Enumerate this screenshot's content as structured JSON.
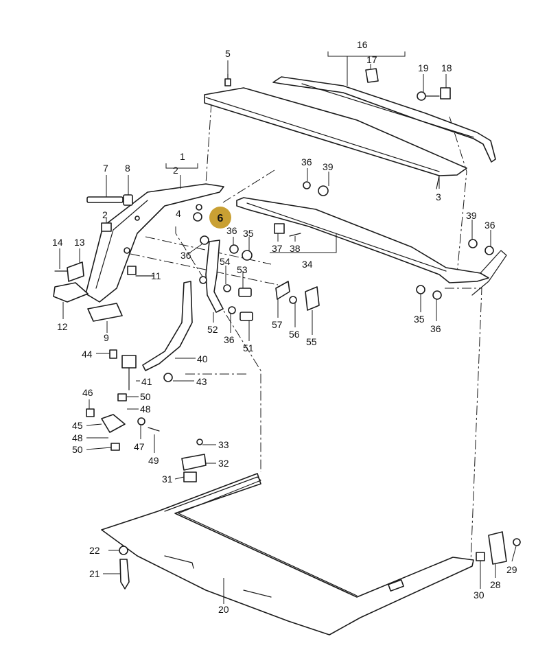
{
  "callouts": [
    {
      "id": "c1",
      "text": "1"
    },
    {
      "id": "c2a",
      "text": "2"
    },
    {
      "id": "c2b",
      "text": "2"
    },
    {
      "id": "c3",
      "text": "3"
    },
    {
      "id": "c4",
      "text": "4"
    },
    {
      "id": "c5",
      "text": "5"
    },
    {
      "id": "c7",
      "text": "7"
    },
    {
      "id": "c8",
      "text": "8"
    },
    {
      "id": "c9",
      "text": "9"
    },
    {
      "id": "c11",
      "text": "11"
    },
    {
      "id": "c12",
      "text": "12"
    },
    {
      "id": "c13",
      "text": "13"
    },
    {
      "id": "c14",
      "text": "14"
    },
    {
      "id": "c16",
      "text": "16"
    },
    {
      "id": "c17",
      "text": "17"
    },
    {
      "id": "c18",
      "text": "18"
    },
    {
      "id": "c19",
      "text": "19"
    },
    {
      "id": "c20",
      "text": "20"
    },
    {
      "id": "c21",
      "text": "21"
    },
    {
      "id": "c22",
      "text": "22"
    },
    {
      "id": "c28",
      "text": "28"
    },
    {
      "id": "c29",
      "text": "29"
    },
    {
      "id": "c30",
      "text": "30"
    },
    {
      "id": "c31",
      "text": "31"
    },
    {
      "id": "c32",
      "text": "32"
    },
    {
      "id": "c33",
      "text": "33"
    },
    {
      "id": "c34",
      "text": "34"
    },
    {
      "id": "c35a",
      "text": "35"
    },
    {
      "id": "c35b",
      "text": "35"
    },
    {
      "id": "c36a",
      "text": "36"
    },
    {
      "id": "c36b",
      "text": "36"
    },
    {
      "id": "c36c",
      "text": "36"
    },
    {
      "id": "c36d",
      "text": "36"
    },
    {
      "id": "c36e",
      "text": "36"
    },
    {
      "id": "c36f",
      "text": "36"
    },
    {
      "id": "c37",
      "text": "37"
    },
    {
      "id": "c38",
      "text": "38"
    },
    {
      "id": "c39a",
      "text": "39"
    },
    {
      "id": "c39b",
      "text": "39"
    },
    {
      "id": "c40",
      "text": "40"
    },
    {
      "id": "c41",
      "text": "41"
    },
    {
      "id": "c43",
      "text": "43"
    },
    {
      "id": "c44",
      "text": "44"
    },
    {
      "id": "c45",
      "text": "45"
    },
    {
      "id": "c46",
      "text": "46"
    },
    {
      "id": "c47",
      "text": "47"
    },
    {
      "id": "c48a",
      "text": "48"
    },
    {
      "id": "c48b",
      "text": "48"
    },
    {
      "id": "c49",
      "text": "49"
    },
    {
      "id": "c50a",
      "text": "50"
    },
    {
      "id": "c50b",
      "text": "50"
    },
    {
      "id": "c51",
      "text": "51"
    },
    {
      "id": "c52",
      "text": "52"
    },
    {
      "id": "c53",
      "text": "53"
    },
    {
      "id": "c54",
      "text": "54"
    },
    {
      "id": "c55",
      "text": "55"
    },
    {
      "id": "c56",
      "text": "56"
    },
    {
      "id": "c57",
      "text": "57"
    }
  ],
  "highlight": {
    "text": "6",
    "color": "#c9a033"
  }
}
